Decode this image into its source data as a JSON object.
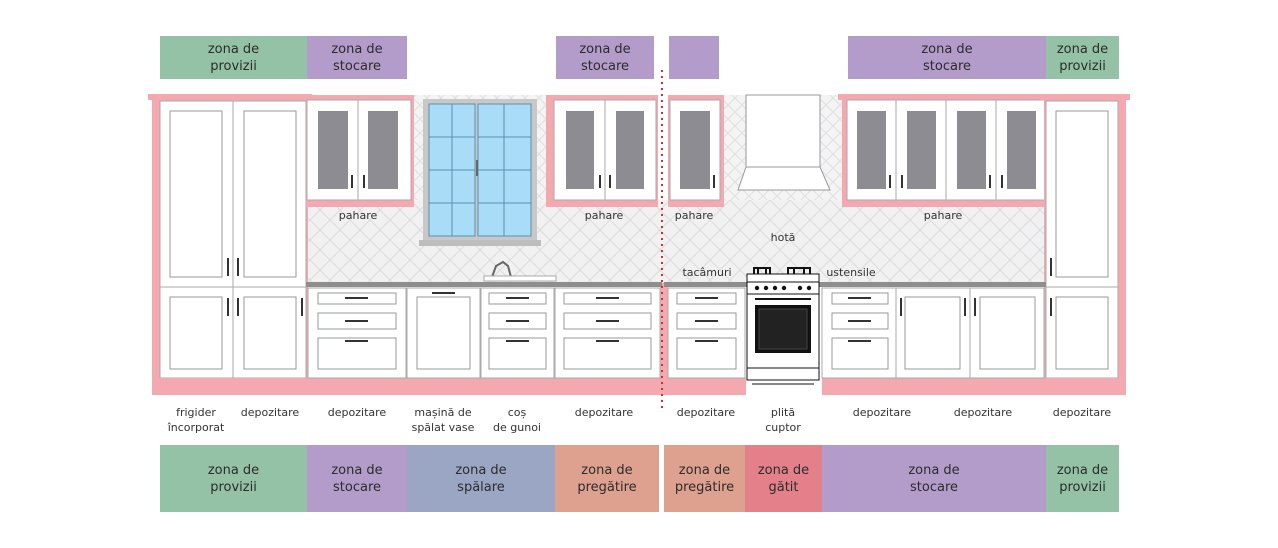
{
  "colors": {
    "provizii": "#93c2a6",
    "stocare": "#b39bca",
    "spalare": "#9aa6c4",
    "pregatire": "#dea08f",
    "gatit": "#e3808a",
    "frame": "#f4a9b0",
    "glass": "#8c8c92",
    "window": "#a9dcf6",
    "divider": "#d32f2f"
  },
  "top_zones": [
    {
      "text": "zona de\nprovizii",
      "kind": "provizii"
    },
    {
      "text": "zona de\nstocare",
      "kind": "stocare"
    },
    {
      "text": "zona de\nstocare",
      "kind": "stocare"
    },
    {
      "text": "",
      "kind": "stocare"
    },
    {
      "text": "zona de\nstocare",
      "kind": "stocare"
    },
    {
      "text": "zona de\nprovizii",
      "kind": "provizii"
    }
  ],
  "bottom_zones": [
    {
      "text": "zona de\nprovizii",
      "kind": "provizii"
    },
    {
      "text": "zona de\nstocare",
      "kind": "stocare"
    },
    {
      "text": "zona de\nspălare",
      "kind": "spalare"
    },
    {
      "text": "zona de\npregătire",
      "kind": "pregatire"
    },
    {
      "text": "zona de\npregătire",
      "kind": "pregatire"
    },
    {
      "text": "zona de\ngătit",
      "kind": "gatit"
    },
    {
      "text": "zona de\nstocare",
      "kind": "stocare"
    },
    {
      "text": "zona de\nprovizii",
      "kind": "provizii"
    }
  ],
  "bottom_labels": [
    "frigider\nîncorporat",
    "depozitare",
    "depozitare",
    "mașină de\nspălat vase",
    "coș\nde gunoi",
    "depozitare",
    "depozitare",
    "plită\ncuptor",
    "depozitare",
    "depozitare",
    "depozitare"
  ],
  "wall_labels": [
    "pahare",
    "pahare",
    "pahare",
    "pahare",
    "hotă",
    "tacâmuri",
    "ustensile"
  ]
}
